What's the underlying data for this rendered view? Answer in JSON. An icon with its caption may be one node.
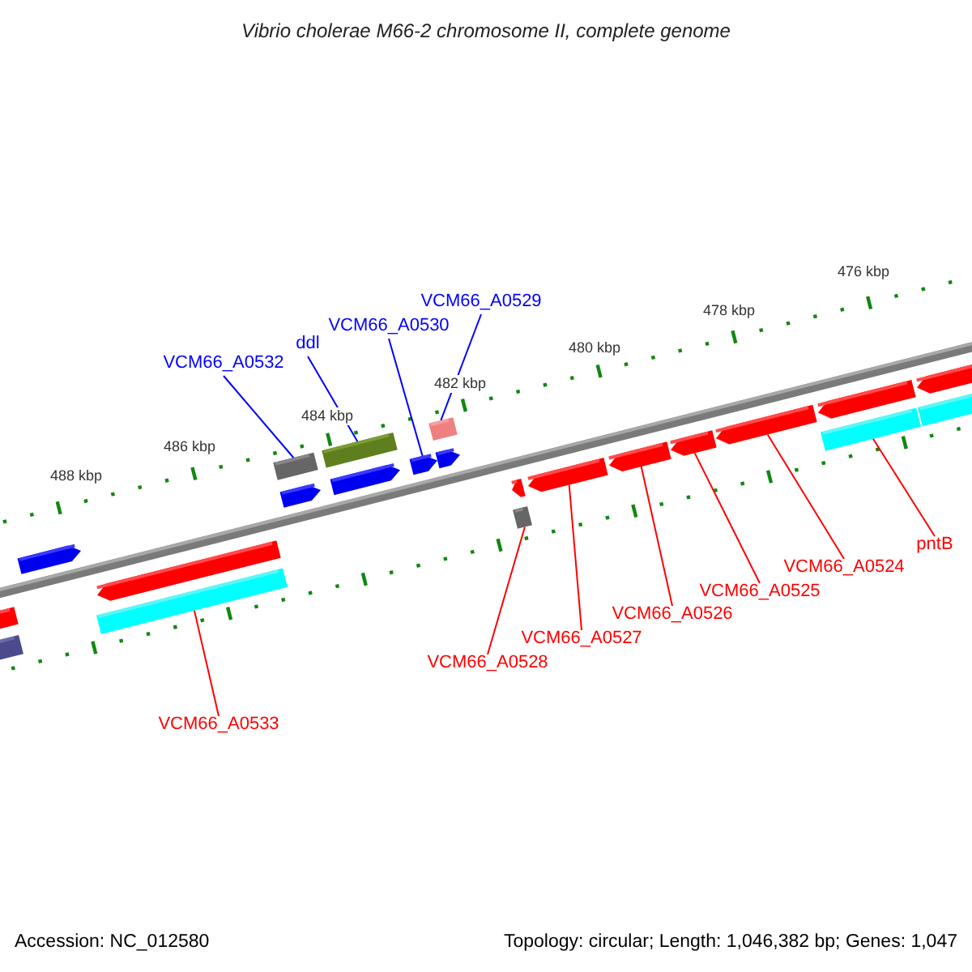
{
  "diagram": {
    "title": "Vibrio cholerae M66-2 chromosome II, complete genome",
    "nodes": [
      {
        "text": [
          "VCM66_A0529"
        ]
      },
      {
        "text": [
          "VCM66_A0530"
        ]
      },
      {
        "text": [
          "ddl"
        ]
      },
      {
        "text": [
          "VCM66_A0532"
        ]
      },
      {
        "text": [
          "pntB"
        ]
      },
      {
        "text": [
          "VCM66_A0524"
        ]
      },
      {
        "text": [
          "VCM66_A0525"
        ]
      },
      {
        "text": [
          "VCM66_A0526"
        ]
      },
      {
        "text": [
          "VCM66_A0527"
        ]
      },
      {
        "text": [
          "VCM66_A0528"
        ]
      },
      {
        "text": [
          "VCM66_A0533"
        ]
      },
      {
        "text": [],
        "shape": "pentagon"
      },
      {
        "text": [],
        "shape": "bar"
      },
      {
        "text": [],
        "shape": "pentagon"
      },
      {
        "text": [],
        "shape": "pentagon"
      },
      {
        "text": [],
        "shape": "bar"
      },
      {
        "text": [],
        "shape": "bar"
      },
      {
        "text": [],
        "shape": "pentagon"
      },
      {
        "text": [],
        "shape": "bar"
      },
      {
        "text": [],
        "shape": "pentagon"
      },
      {
        "text": [],
        "shape": "pentagon"
      },
      {
        "text": [],
        "shape": "bar"
      },
      {
        "text": [],
        "shape": "pentagon"
      },
      {
        "text": [],
        "shape": "pentagon"
      },
      {
        "text": [],
        "shape": "bar"
      },
      {
        "text": [],
        "shape": "pentagon"
      },
      {
        "text": [],
        "shape": "pentagon"
      },
      {
        "text": [],
        "shape": "pentagon"
      },
      {
        "text": [],
        "shape": "pentagon"
      },
      {
        "text": [],
        "shape": "pentagon"
      },
      {
        "text": [],
        "shape": "bar"
      },
      {
        "text": [],
        "shape": "pentagon"
      },
      {
        "text": [],
        "shape": "bar"
      }
    ],
    "edges": [
      {
        "from": 0,
        "to": 21,
        "arrow": "none",
        "color": "#0000ff"
      },
      {
        "from": 1,
        "to": 20,
        "arrow": "none",
        "color": "#0000ff"
      },
      {
        "from": 2,
        "to": 18,
        "arrow": "none",
        "color": "#0000ff"
      },
      {
        "from": 3,
        "to": 16,
        "arrow": "none",
        "color": "#0000ff"
      },
      {
        "from": 4,
        "to": 30,
        "arrow": "none"
      },
      {
        "from": 5,
        "to": 28,
        "arrow": "none"
      },
      {
        "from": 6,
        "to": 27,
        "arrow": "none"
      },
      {
        "from": 7,
        "to": 26,
        "arrow": "none"
      },
      {
        "from": 8,
        "to": 25,
        "arrow": "none"
      },
      {
        "from": 9,
        "to": 24,
        "arrow": "none"
      },
      {
        "from": 10,
        "to": 15,
        "arrow": "none"
      }
    ],
    "labels": [
      "476 kbp",
      "478 kbp",
      "480 kbp",
      "482 kbp",
      "484 kbp",
      "486 kbp",
      "488 kbp",
      "Accession: NC_012580",
      "Topology: circular; Length: 1,046,382 bp; Genes: 1,047"
    ]
  }
}
